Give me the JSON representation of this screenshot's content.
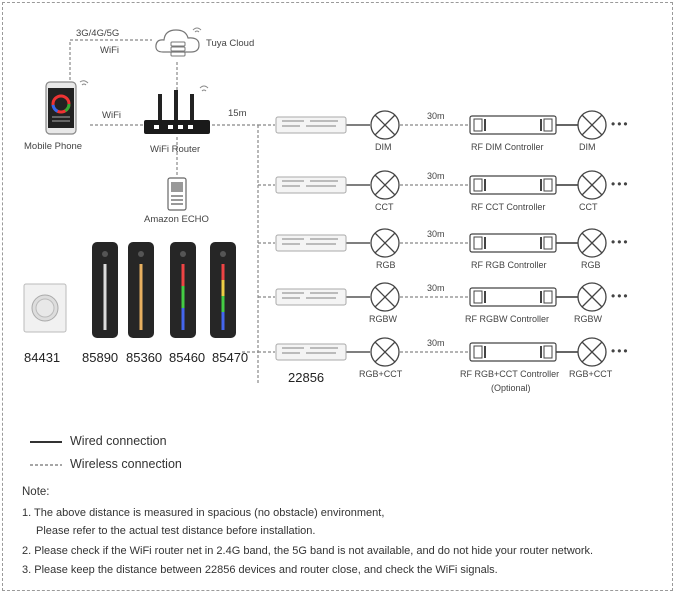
{
  "top": {
    "network_label": "3G/4G/5G",
    "wifi_label_top": "WiFi",
    "cloud_label": "Tuya Cloud",
    "phone_label": "Mobile Phone",
    "wifi_label_mid": "WiFi",
    "router_label": "WiFi Router",
    "distance_router": "15m",
    "echo_label": "Amazon ECHO"
  },
  "rows": [
    {
      "light": "DIM",
      "distance": "30m",
      "controller": "RF DIM Controller",
      "light_end": "DIM"
    },
    {
      "light": "CCT",
      "distance": "30m",
      "controller": "RF CCT Controller",
      "light_end": "CCT"
    },
    {
      "light": "RGB",
      "distance": "30m",
      "controller": "RF RGB Controller",
      "light_end": "RGB"
    },
    {
      "light": "RGBW",
      "distance": "30m",
      "controller": "RF RGBW Controller",
      "light_end": "RGBW"
    },
    {
      "light": "RGB+CCT",
      "distance": "30m",
      "controller": "RF RGB+CCT Controller",
      "controller_sub": "(Optional)",
      "light_end": "RGB+CCT"
    }
  ],
  "device_label": "22856",
  "more": "•••",
  "remotes": [
    "84431",
    "85890",
    "85360",
    "85460",
    "85470"
  ],
  "legend": {
    "wired": "Wired connection",
    "wireless": "Wireless connection"
  },
  "notes": {
    "title": "Note:",
    "line1": "1. The above distance is measured in spacious (no obstacle) environment,",
    "line1b": "Please refer to the actual test distance before installation.",
    "line2": "2. Please check if the WiFi router net in 2.4G band, the 5G band is not available, and do not hide your router network.",
    "line3": "3. Please keep the distance between 22856 devices and router close, and check the WiFi signals."
  }
}
